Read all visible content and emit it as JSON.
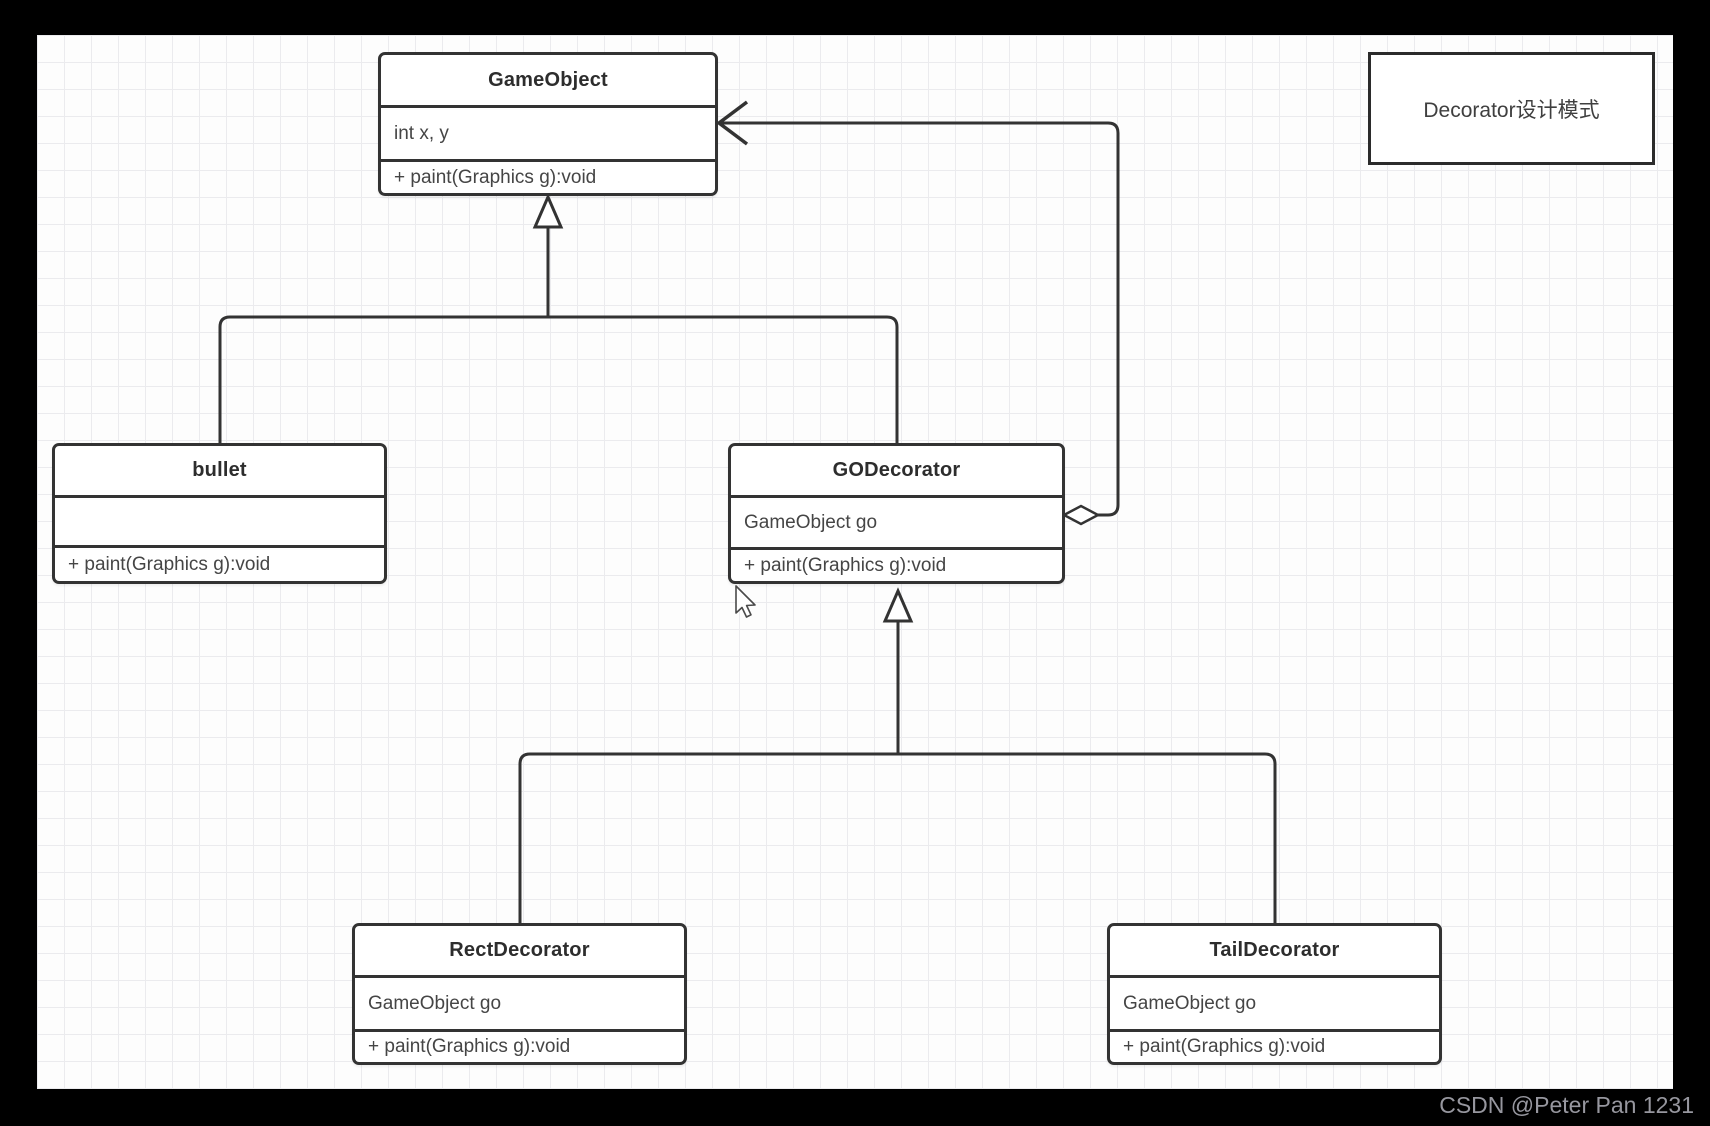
{
  "note": {
    "text": "Decorator设计模式"
  },
  "watermark": {
    "text": "CSDN @Peter Pan 1231"
  },
  "colors": {
    "line": "#333333",
    "box_border": "#333333",
    "box_background": "#ffffff",
    "text": "#454545",
    "grid_line": "#ebebee",
    "frame": "#000000",
    "watermark_text": "#97979f"
  },
  "classes": {
    "gameobject": {
      "name": "GameObject",
      "attribute": "int x, y",
      "method": "+ paint(Graphics g):void"
    },
    "bullet": {
      "name": "bullet",
      "attribute": "",
      "method": "+ paint(Graphics g):void"
    },
    "godecorator": {
      "name": "GODecorator",
      "attribute": "GameObject go",
      "method": "+ paint(Graphics g):void"
    },
    "rectdecorator": {
      "name": "RectDecorator",
      "attribute": "GameObject go",
      "method": "+ paint(Graphics g):void"
    },
    "taildecorator": {
      "name": "TailDecorator",
      "attribute": "GameObject go",
      "method": "+ paint(Graphics g):void"
    }
  },
  "relationships": [
    {
      "from": "bullet",
      "to": "GameObject",
      "type": "inheritance"
    },
    {
      "from": "GODecorator",
      "to": "GameObject",
      "type": "inheritance"
    },
    {
      "from": "GODecorator",
      "to": "GameObject",
      "type": "aggregation"
    },
    {
      "from": "RectDecorator",
      "to": "GODecorator",
      "type": "inheritance"
    },
    {
      "from": "TailDecorator",
      "to": "GODecorator",
      "type": "inheritance"
    }
  ]
}
